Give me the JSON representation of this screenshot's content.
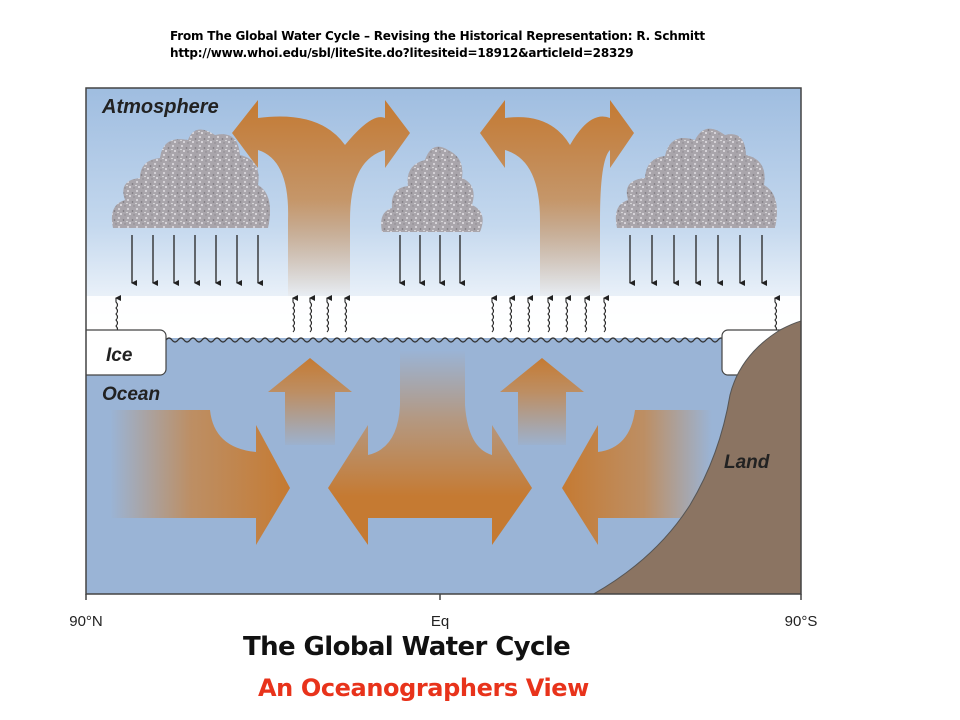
{
  "header": {
    "credit_line1": "From The Global Water Cycle – Revising the Historical Representation: R. Schmitt",
    "credit_line2": "http://www.whoi.edu/sbl/liteSite.do?litesiteid=18912&articleId=28329"
  },
  "diagram": {
    "labels": {
      "atmosphere": "Atmosphere",
      "ice": "Ice",
      "ocean": "Ocean",
      "land": "Land"
    },
    "axis": {
      "left": "90°N",
      "center": "Eq",
      "right": "90°S"
    },
    "colors": {
      "ocean": "#9ab4d6",
      "sky": "#a3bfe0",
      "arrow": "#c8823e",
      "land": "#8b7462",
      "cloud": "#a9a5ab"
    }
  },
  "footer": {
    "title": "The Global Water Cycle",
    "subtitle": "An Oceanographers View"
  }
}
